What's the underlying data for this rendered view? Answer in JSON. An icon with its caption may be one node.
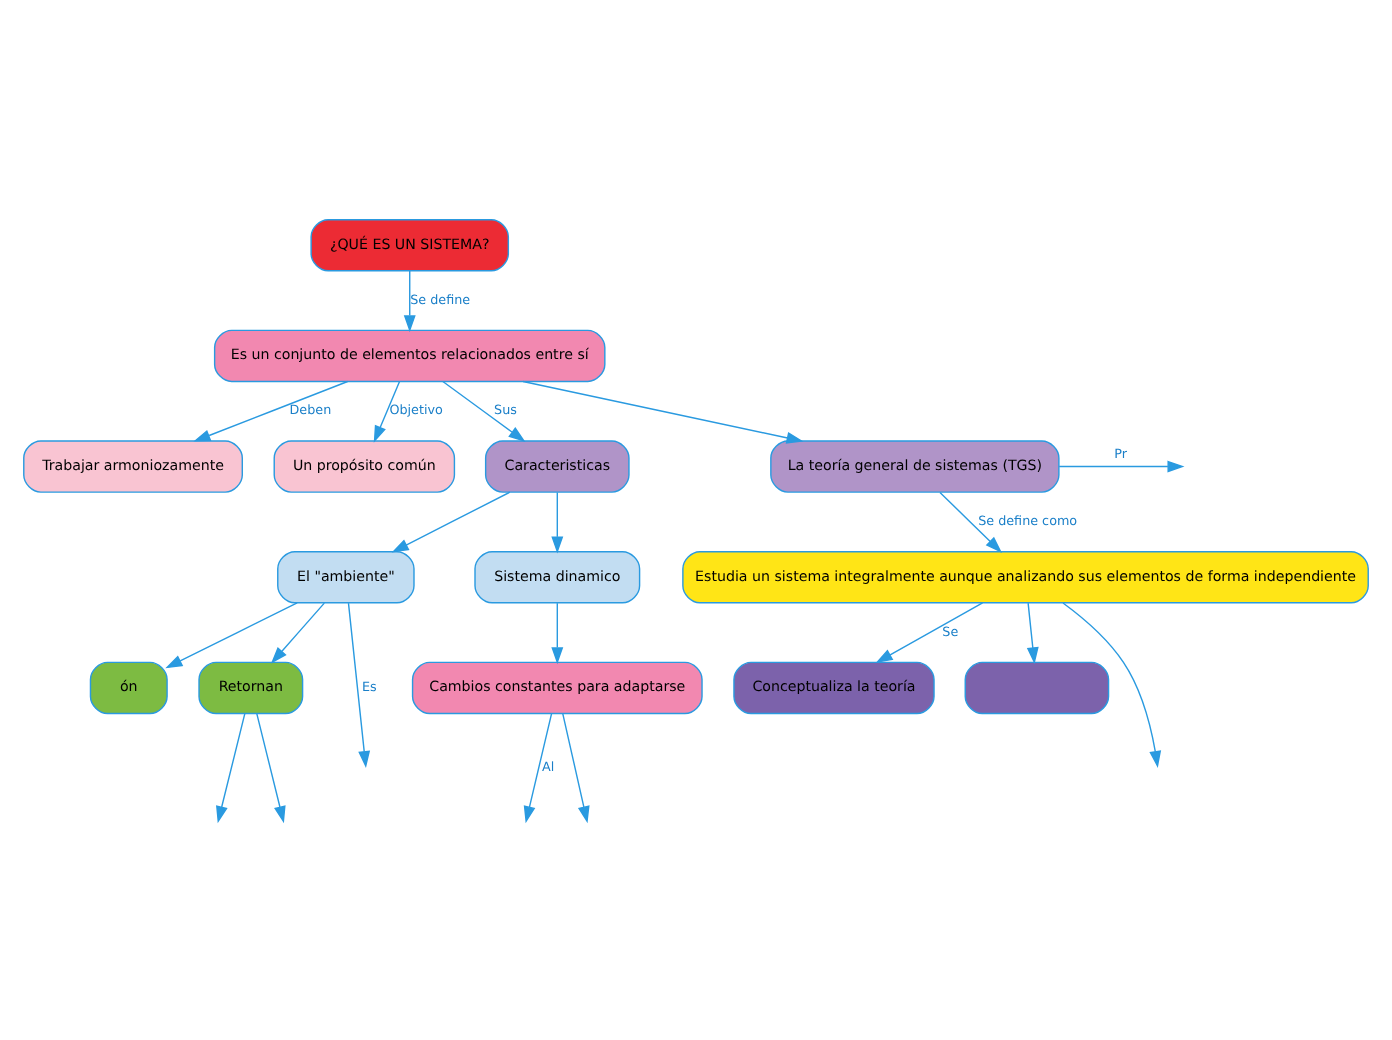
{
  "diagram": {
    "nodes": [
      {
        "text": [
          "¿QUÉ ES UN SISTEMA?"
        ]
      },
      {
        "text": [
          "Es un conjunto de elementos relacionados entre sí"
        ]
      },
      {
        "text": [
          "Trabajar armoniozamente"
        ]
      },
      {
        "text": [
          "Un propósito común"
        ]
      },
      {
        "text": [
          "Caracteristicas"
        ]
      },
      {
        "text": [
          "La teoría general de sistemas (TGS)"
        ]
      },
      {
        "text": [
          "El \"ambiente\""
        ]
      },
      {
        "text": [
          "Sistema dinamico"
        ]
      },
      {
        "text": [
          "ón"
        ]
      },
      {
        "text": [
          "Retornan"
        ]
      },
      {
        "text": [
          "Cambios constantes para adaptarse"
        ]
      },
      {
        "text": [
          "Estudia un sistema integralmente aunque analizando sus elementos de forma independiente"
        ]
      },
      {
        "text": [
          "Conceptualiza la teoría"
        ]
      },
      {
        "text": [],
        "shape": "box"
      }
    ],
    "edges": [
      {
        "from": 0,
        "to": 1,
        "arrow": "to",
        "label": "Se define"
      },
      {
        "from": 1,
        "to": 2,
        "arrow": "to",
        "label": "Deben"
      },
      {
        "from": 1,
        "to": 3,
        "arrow": "to",
        "label": "Objetivo"
      },
      {
        "from": 1,
        "to": 4,
        "arrow": "to",
        "label": "Sus"
      },
      {
        "from": 1,
        "to": 5,
        "arrow": "to"
      },
      {
        "from": 4,
        "to": 6,
        "arrow": "to"
      },
      {
        "from": 4,
        "to": 7,
        "arrow": "to"
      },
      {
        "from": 6,
        "to": 8,
        "arrow": "to"
      },
      {
        "from": 6,
        "to": null,
        "arrow": "to",
        "label": "Es"
      },
      {
        "from": 6,
        "to": 9,
        "arrow": "to"
      },
      {
        "from": 7,
        "to": 10,
        "arrow": "to"
      },
      {
        "from": 9,
        "to": null,
        "arrow": "to"
      },
      {
        "from": 9,
        "to": null,
        "arrow": "to"
      },
      {
        "from": 10,
        "to": null,
        "arrow": "to",
        "label": "Al"
      },
      {
        "from": 10,
        "to": null,
        "arrow": "to"
      },
      {
        "from": 5,
        "to": null,
        "arrow": "to",
        "label": "Pr"
      },
      {
        "from": 5,
        "to": 11,
        "arrow": "to",
        "label": "Se define como"
      },
      {
        "from": 11,
        "to": 12,
        "arrow": "to",
        "label": "Se"
      },
      {
        "from": 11,
        "to": 13,
        "arrow": "to"
      },
      {
        "from": 11,
        "to": null,
        "arrow": "to"
      }
    ]
  }
}
